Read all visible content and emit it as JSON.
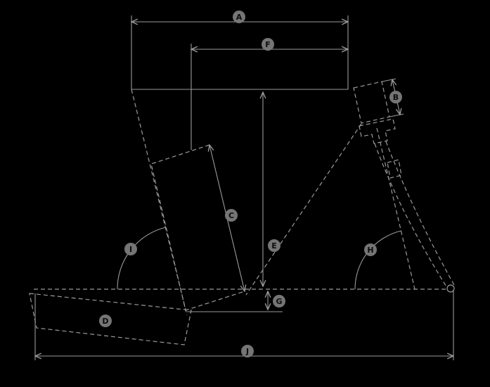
{
  "badges": {
    "a": "A",
    "b": "B",
    "c": "C",
    "d": "D",
    "e": "E",
    "f": "F",
    "g": "G",
    "h": "H",
    "i": "I",
    "j": "J"
  },
  "colors": {
    "background": "#000000",
    "line": "#9a9a9a",
    "badge_fill": "#757575",
    "badge_text": "#0d0d0d"
  }
}
